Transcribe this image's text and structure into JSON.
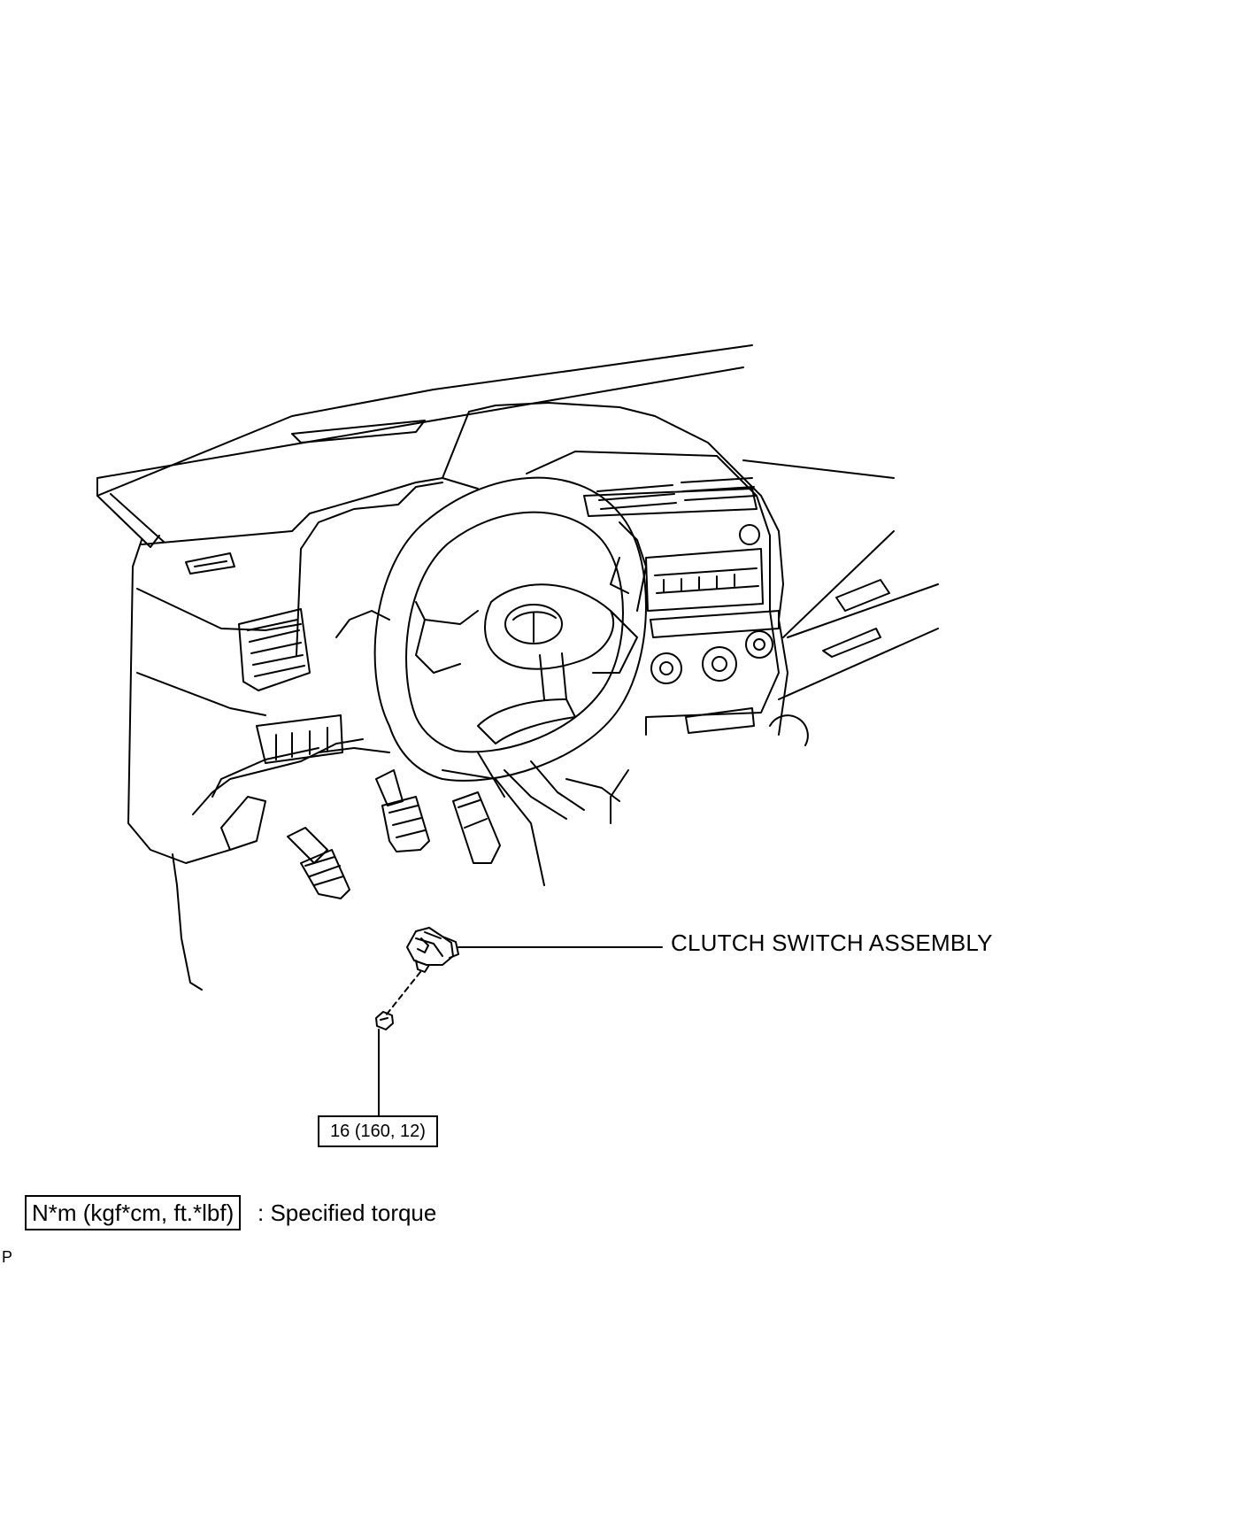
{
  "diagram": {
    "part_callout": "CLUTCH SWITCH ASSEMBLY",
    "torque_value": "16 (160, 12)",
    "legend": {
      "unit_box": "N*m (kgf*cm, ft.*lbf)",
      "description": ": Specified torque"
    },
    "corner_mark": "P"
  },
  "icons": {
    "dashboard": "dashboard-illustration",
    "steering_wheel": "steering-wheel-icon",
    "switch": "clutch-switch-icon",
    "nut": "nut-icon"
  }
}
